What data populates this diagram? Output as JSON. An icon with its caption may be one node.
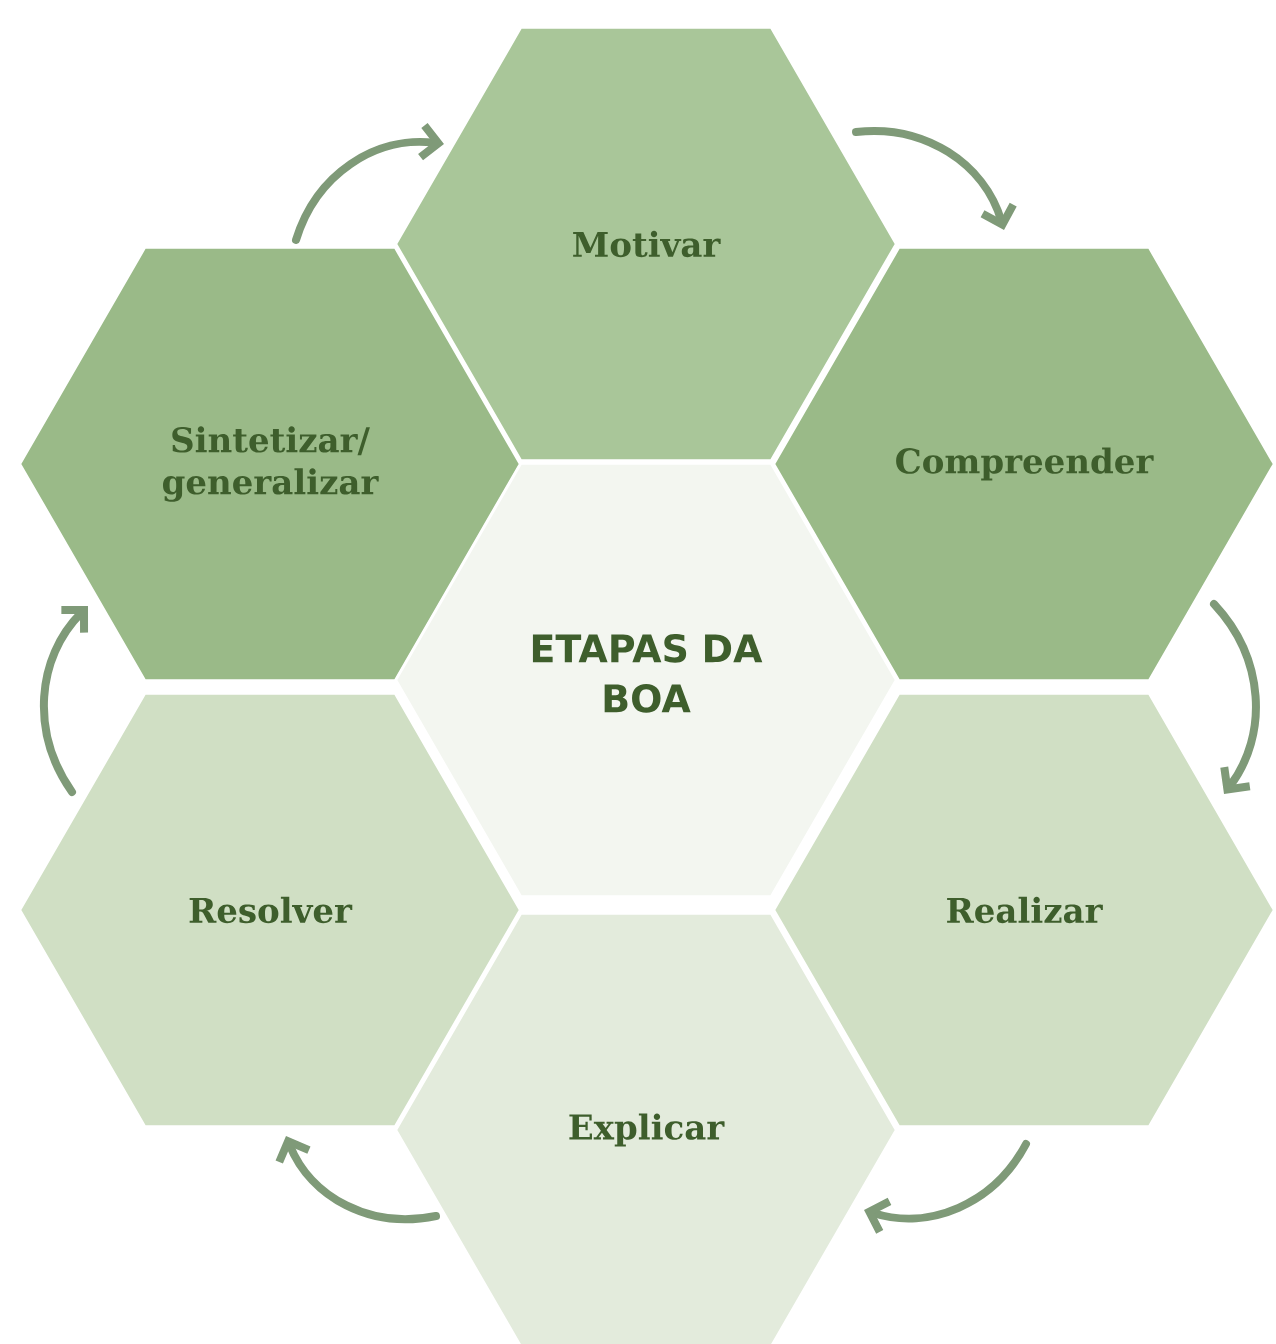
{
  "diagram": {
    "nodes": [
      {
        "text": [
          "Motivar"
        ]
      },
      {
        "text": [
          "Sintetizar/ generalizar"
        ]
      },
      {
        "text": [
          "Compreender"
        ]
      },
      {
        "text": [
          "ETAPAS DA BOA"
        ]
      },
      {
        "text": [
          "Resolver"
        ]
      },
      {
        "text": [
          "Realizar"
        ]
      },
      {
        "text": [
          "Explicar"
        ]
      }
    ],
    "edges": [
      {
        "from": 1,
        "to": 0,
        "arrow": "to"
      },
      {
        "from": 0,
        "to": 2,
        "arrow": "to"
      },
      {
        "from": 2,
        "to": 5,
        "arrow": "to"
      },
      {
        "from": 5,
        "to": 6,
        "arrow": "to"
      },
      {
        "from": 6,
        "to": 4,
        "arrow": "to"
      },
      {
        "from": 4,
        "to": 1,
        "arrow": "to"
      }
    ]
  }
}
